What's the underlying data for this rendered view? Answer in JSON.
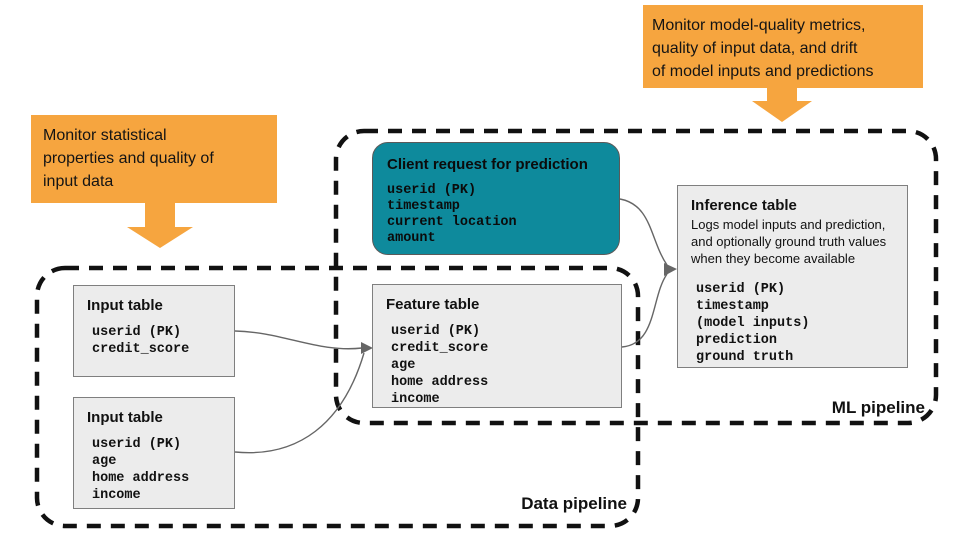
{
  "colors": {
    "accent_orange": "#F6A53F",
    "accent_teal": "#0E8A9C",
    "table_fill": "#ECECEC",
    "table_border": "#7F7F7F",
    "dash_border": "#111111",
    "connector": "#666666"
  },
  "callouts": {
    "left": {
      "text": "Monitor statistical\nproperties and quality of\ninput data"
    },
    "right": {
      "text": "Monitor model-quality metrics,\nquality of input data, and drift\nof model inputs and predictions"
    }
  },
  "pipelines": {
    "data": {
      "label": "Data pipeline"
    },
    "ml": {
      "label": "ML pipeline"
    }
  },
  "tables": {
    "input1": {
      "title": "Input table",
      "fields": [
        "userid (PK)",
        "credit_score"
      ]
    },
    "input2": {
      "title": "Input table",
      "fields": [
        "userid (PK)",
        "age",
        "home address",
        "income"
      ]
    },
    "feature": {
      "title": "Feature table",
      "fields": [
        "userid (PK)",
        "credit_score",
        "age",
        "home address",
        "income"
      ]
    },
    "client_request": {
      "title": "Client request for prediction",
      "fields": [
        "userid (PK)",
        "timestamp",
        "current location",
        "amount"
      ]
    },
    "inference": {
      "title": "Inference table",
      "description": "Logs model inputs and prediction,\nand optionally ground truth values\nwhen they become available",
      "fields": [
        "userid (PK)",
        "timestamp",
        "(model inputs)",
        "prediction",
        "ground truth"
      ]
    }
  }
}
